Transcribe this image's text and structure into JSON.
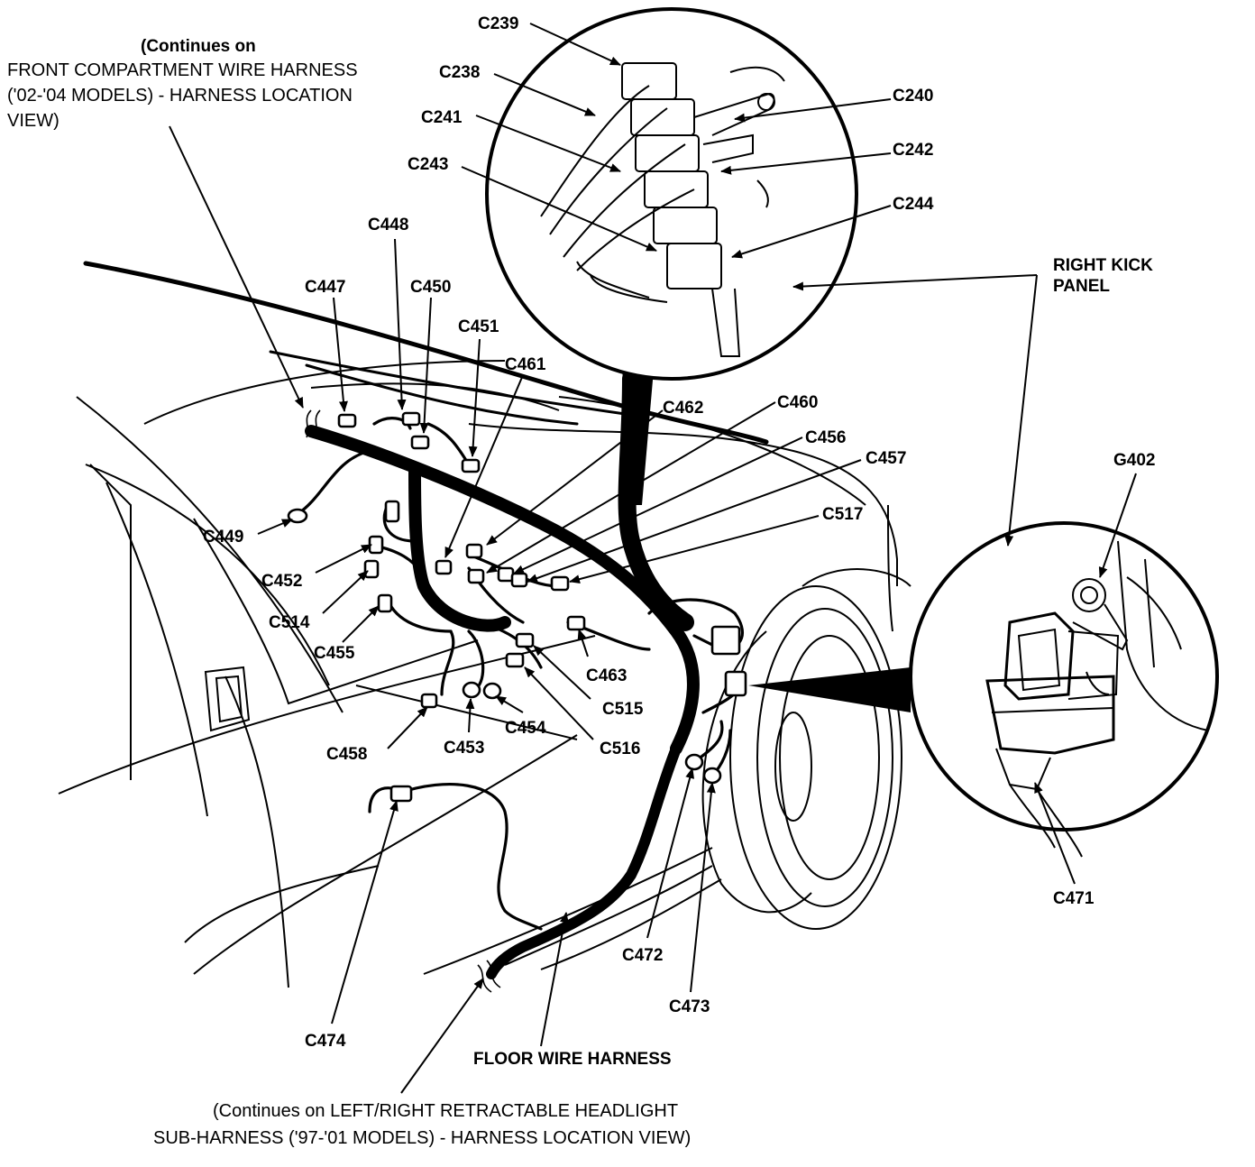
{
  "captions": {
    "top_left": [
      "(Continues on",
      "FRONT COMPARTMENT WIRE HARNESS",
      "('02-'04 MODELS) - HARNESS LOCATION",
      "VIEW)"
    ],
    "floor_harness": "FLOOR WIRE HARNESS",
    "bottom": [
      "(Continues on LEFT/RIGHT RETRACTABLE HEADLIGHT",
      "SUB-HARNESS ('97-'01 MODELS) - HARNESS LOCATION VIEW)"
    ],
    "right_kick_panel": [
      "RIGHT KICK",
      "PANEL"
    ]
  },
  "labels": {
    "c239": "C239",
    "c238": "C238",
    "c240": "C240",
    "c241": "C241",
    "c242": "C242",
    "c243": "C243",
    "c244": "C244",
    "c447": "C447",
    "c448": "C448",
    "c450": "C450",
    "c451": "C451",
    "c461": "C461",
    "c462": "C462",
    "c460": "C460",
    "c456": "C456",
    "c457": "C457",
    "c517": "C517",
    "c449": "C449",
    "c452": "C452",
    "c514": "C514",
    "c455": "C455",
    "c458": "C458",
    "c453": "C453",
    "c454": "C454",
    "c516": "C516",
    "c515": "C515",
    "c463": "C463",
    "g402": "G402",
    "c471": "C471",
    "c472": "C472",
    "c473": "C473",
    "c474": "C474"
  },
  "colors": {
    "ink": "#000000",
    "paper": "#ffffff"
  }
}
